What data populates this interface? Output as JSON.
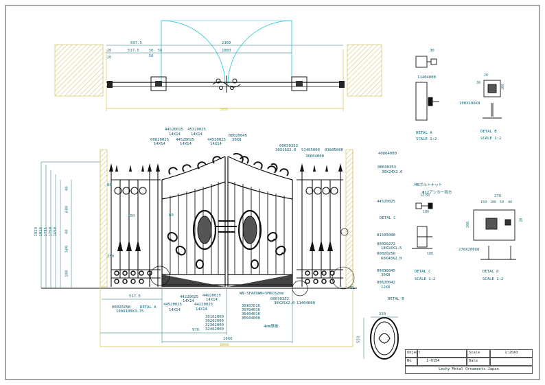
{
  "plan": {
    "dims": [
      "697.5",
      "517.5",
      "50",
      "50",
      "50",
      "2160",
      "1860",
      "3000"
    ],
    "plan_small": [
      "20",
      "20"
    ]
  },
  "elevation": {
    "left_dims": [
      "1920",
      "1910",
      "1785",
      "1750",
      "1650"
    ],
    "side_dims": [
      "40",
      "680",
      "40",
      "500",
      "180",
      "60"
    ],
    "dims_bottom": [
      "517.5",
      "970",
      "1860",
      "3000",
      "150",
      "80",
      "250"
    ],
    "parts_top": [
      {
        "code": "00020025",
        "size": "14X14"
      },
      {
        "code": "44520025",
        "size": "14X14"
      },
      {
        "code": "45320025",
        "size": "14X14"
      },
      {
        "code": "44520025",
        "size": "14X14"
      },
      {
        "code": "44520025",
        "size": "14X14"
      },
      {
        "code": "00020045",
        "size": "30X8"
      },
      {
        "code": "00030353",
        "size": "30X16X2.0"
      },
      {
        "code": "51405000",
        "size": ""
      },
      {
        "code": "01605000",
        "size": ""
      },
      {
        "code": "36604000",
        "size": ""
      }
    ],
    "parts_right": [
      {
        "code": "40804000",
        "size": ""
      },
      {
        "code": "00030353",
        "size": "30X24X2.0"
      },
      {
        "code": "44520025",
        "size": ""
      },
      {
        "code": "DETAL C",
        "size": ""
      },
      {
        "code": "01505000",
        "size": ""
      },
      {
        "code": "00020272",
        "size": "18X18X1.5"
      },
      {
        "code": "00020250",
        "size": "60X40X2.0"
      },
      {
        "code": "00030045",
        "size": "30X8"
      },
      {
        "code": "00620042",
        "size": "12X6"
      },
      {
        "code": "DETAL B",
        "size": ""
      }
    ],
    "parts_bottom": [
      {
        "code": "00020258",
        "size": "100X100X3.75"
      },
      {
        "code": "44520025",
        "size": "14X14"
      },
      {
        "code": "44220025",
        "size": "14X14"
      },
      {
        "code": "44120025",
        "size": "14X14"
      },
      {
        "code": "44920025",
        "size": "14X14"
      },
      {
        "code": "30102000",
        "size": ""
      },
      {
        "code": "30202000",
        "size": ""
      },
      {
        "code": "32302000",
        "size": ""
      },
      {
        "code": "32402000",
        "size": ""
      }
    ],
    "center_notes": [
      "WN-5FAPXWN+5M6C82mm",
      "00030352",
      "30X25X2.0",
      "30107016",
      "39704016",
      "35404016",
      "35504000",
      "4mm厚板",
      "11404000"
    ],
    "detail_a_label": "DETAL A",
    "gl": "GL"
  },
  "details": {
    "detail_a": {
      "title": "DETAL A",
      "scale": "SCALE 1:2",
      "code": "11404000",
      "dim": "30"
    },
    "detail_b": {
      "title": "DETAL B",
      "scale": "SCALE 1:2",
      "size": "100X100X8",
      "dims": [
        "20",
        "30",
        "100"
      ]
    },
    "detail_c": {
      "title": "DETAL C",
      "scale": "SCALE 1:2",
      "notes": [
        "M8ボルトナット",
        "Φ12アンカー両方"
      ],
      "dims": [
        "12",
        "60",
        "100",
        "100"
      ]
    },
    "detail_d": {
      "title": "DETAL D",
      "scale": "SCALE 1:2",
      "size": "270X200X8",
      "dims": [
        "270",
        "150",
        "100",
        "50",
        "40",
        "20",
        "200"
      ]
    },
    "ornament": {
      "dims": [
        "330",
        "550"
      ]
    }
  },
  "title_block": {
    "object_label": "Object",
    "object_value": "",
    "scale_label": "Scale",
    "scale_value": "1:20A3",
    "no_label": "No",
    "no_value": "1-0154",
    "date_label": "Date",
    "date_value": "",
    "company": "Lecky Metal Ornaments Japan"
  },
  "colors": {
    "line": "#111111",
    "dim": "#2a8aa0",
    "arc": "#1fc7d6",
    "frame": "#d4c24a",
    "hatch": "#d9cf8a"
  }
}
